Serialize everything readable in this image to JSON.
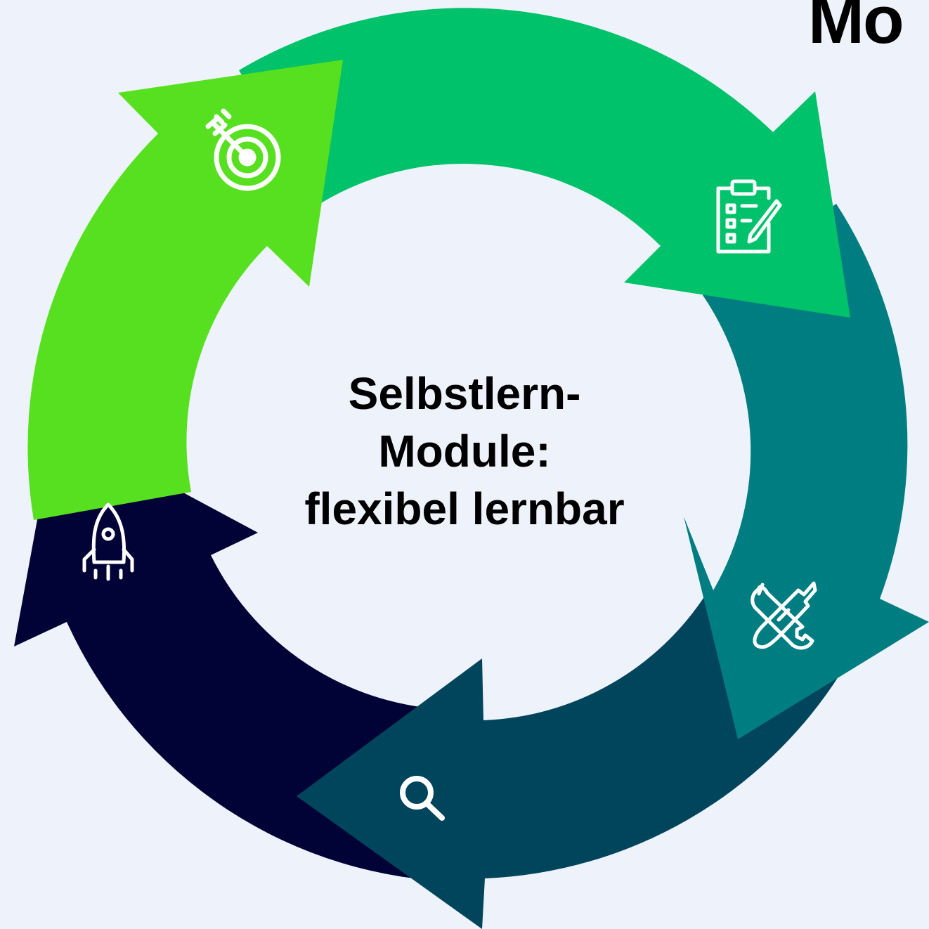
{
  "corner_text": "Mo",
  "center": {
    "line1": "Selbstlern-",
    "line2": "Module:",
    "line3": "flexibel lernbar"
  },
  "colors": {
    "background": "#eef3fb",
    "arrow_goal": "#57e01f",
    "arrow_plan": "#00c26a",
    "arrow_tools": "#007d80",
    "arrow_search": "#00455c",
    "arrow_launch": "#010336",
    "icon": "#ffffff"
  },
  "cycle": [
    {
      "id": "goal",
      "icon": "target-icon"
    },
    {
      "id": "plan",
      "icon": "clipboard-checklist-icon"
    },
    {
      "id": "tools",
      "icon": "wrench-screwdriver-icon"
    },
    {
      "id": "search",
      "icon": "magnifier-icon"
    },
    {
      "id": "launch",
      "icon": "rocket-icon"
    }
  ]
}
